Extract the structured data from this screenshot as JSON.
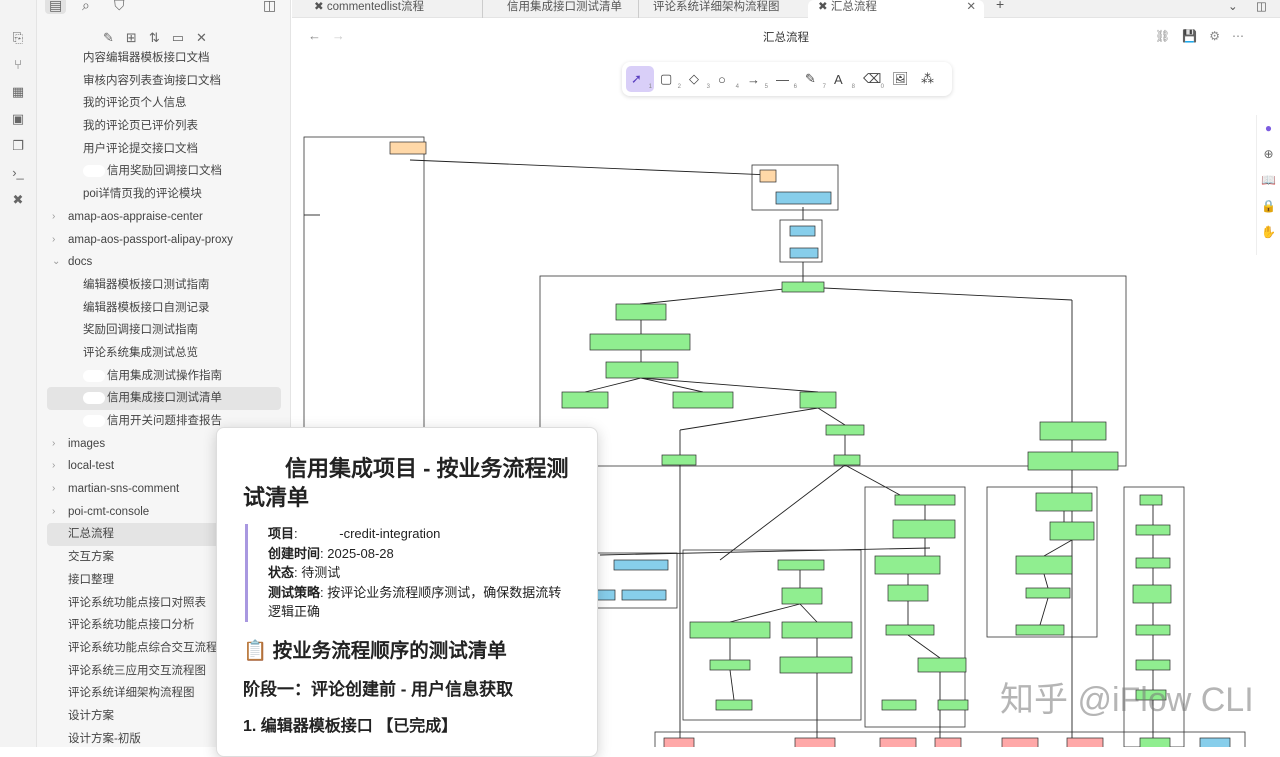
{
  "sidebar": {
    "items": [
      {
        "label": "内容编辑器模板接口文档",
        "level": 2
      },
      {
        "label": "审核内容列表查询接口文档",
        "level": 2
      },
      {
        "label": "我的评论页个人信息",
        "level": 2
      },
      {
        "label": "我的评论页已评价列表",
        "level": 2
      },
      {
        "label": "用户评论提交接口文档",
        "level": 2
      },
      {
        "label": "信用奖励回调接口文档",
        "level": 2,
        "redacted": true
      },
      {
        "label": "poi详情页我的评论模块",
        "level": 2
      },
      {
        "label": "amap-aos-appraise-center",
        "level": 1,
        "folder": "closed"
      },
      {
        "label": "amap-aos-passport-alipay-proxy",
        "level": 1,
        "folder": "closed"
      },
      {
        "label": "docs",
        "level": 1,
        "folder": "open"
      },
      {
        "label": "编辑器模板接口测试指南",
        "level": 2
      },
      {
        "label": "编辑器模板接口自测记录",
        "level": 2
      },
      {
        "label": "奖励回调接口测试指南",
        "level": 2
      },
      {
        "label": "评论系统集成测试总览",
        "level": 2
      },
      {
        "label": "信用集成测试操作指南",
        "level": 2,
        "redacted": true
      },
      {
        "label": "信用集成接口测试清单",
        "level": 2,
        "redacted": true,
        "selected": true
      },
      {
        "label": "信用开关问题排查报告",
        "level": 2,
        "redacted": true
      },
      {
        "label": "images",
        "level": 1,
        "folder": "closed"
      },
      {
        "label": "local-test",
        "level": 1,
        "folder": "closed"
      },
      {
        "label": "martian-sns-comment",
        "level": 1,
        "folder": "closed"
      },
      {
        "label": "poi-cmt-console",
        "level": 1,
        "folder": "closed"
      },
      {
        "label": "汇总流程",
        "level": 1,
        "selected": true
      },
      {
        "label": "交互方案",
        "level": 1
      },
      {
        "label": "接口整理",
        "level": 1
      },
      {
        "label": "评论系统功能点接口对照表",
        "level": 1
      },
      {
        "label": "评论系统功能点接口分析",
        "level": 1
      },
      {
        "label": "评论系统功能点综合交互流程",
        "level": 1
      },
      {
        "label": "评论系统三应用交互流程图",
        "level": 1
      },
      {
        "label": "评论系统详细架构流程图",
        "level": 1
      },
      {
        "label": "设计方案",
        "level": 1
      },
      {
        "label": "设计方案-初版",
        "level": 1
      }
    ]
  },
  "tabs": [
    {
      "label": "commentedlist流程",
      "icon": "excalidraw-icon"
    },
    {
      "label": "信用集成接口测试清单"
    },
    {
      "label": "评论系统详细架构流程图"
    },
    {
      "label": "汇总流程",
      "icon": "excalidraw-icon",
      "active": true
    }
  ],
  "main": {
    "title": "汇总流程",
    "tools": [
      {
        "name": "select",
        "glyph": "➚",
        "key": "1",
        "selected": true
      },
      {
        "name": "rectangle",
        "glyph": "▢",
        "key": "2"
      },
      {
        "name": "diamond",
        "glyph": "◇",
        "key": "3"
      },
      {
        "name": "ellipse",
        "glyph": "○",
        "key": "4"
      },
      {
        "name": "arrow",
        "glyph": "→",
        "key": "5"
      },
      {
        "name": "line",
        "glyph": "—",
        "key": "6"
      },
      {
        "name": "draw",
        "glyph": "✎",
        "key": "7"
      },
      {
        "name": "text",
        "glyph": "A",
        "key": "8"
      },
      {
        "name": "eraser",
        "glyph": "⌫",
        "key": "0"
      },
      {
        "name": "image",
        "glyph": "🖼",
        "key": ""
      },
      {
        "name": "library",
        "glyph": "⁂",
        "key": ""
      }
    ],
    "watermark": "知乎 @iFlow CLI"
  },
  "preview": {
    "title": "信用集成项目 - 按业务流程测试清单",
    "meta": [
      {
        "k": "项目",
        "v": "-credit-integration"
      },
      {
        "k": "创建时间",
        "v": "2025-08-28"
      },
      {
        "k": "状态",
        "v": "待测试"
      },
      {
        "k": "测试策略",
        "v": "按评论业务流程顺序测试，确保数据流转逻辑正确"
      }
    ],
    "h2": "📋 按业务流程顺序的测试清单",
    "h3": "阶段一：评论创建前 - 用户信息获取",
    "h4": "1. 编辑器模板接口 【已完成】"
  },
  "colors": {
    "accent": "#7c5ce0",
    "node_green": "#90ee90",
    "node_blue": "#87ceeb",
    "node_pink": "#ffa8a8",
    "node_peach": "#ffd8a8"
  }
}
